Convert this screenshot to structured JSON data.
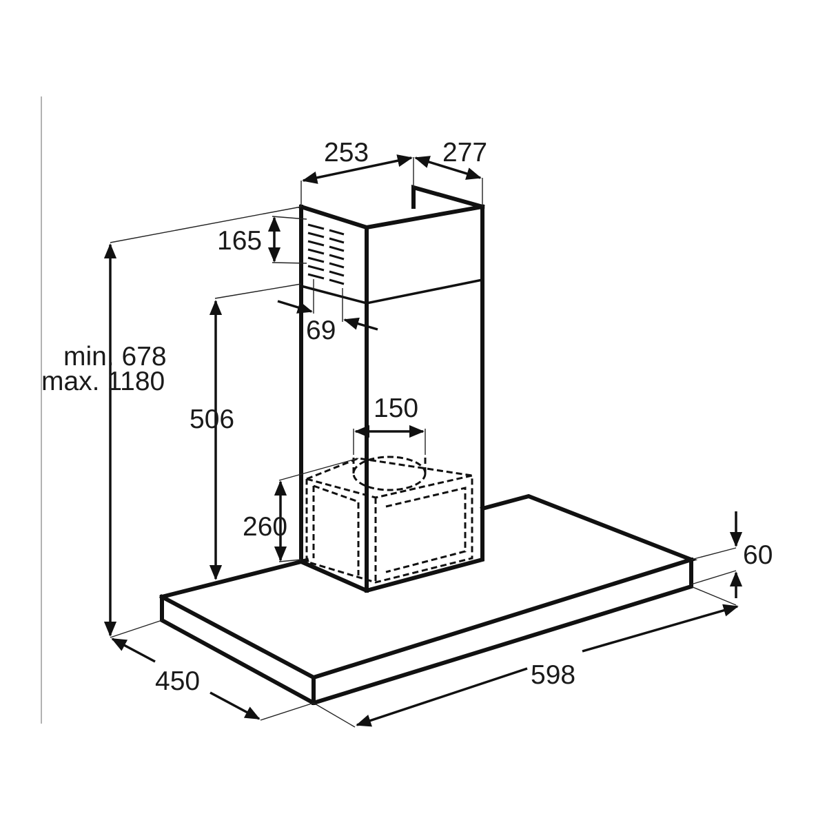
{
  "dimensions": {
    "width_253": "253",
    "depth_277": "277",
    "vent_165": "165",
    "offset_69": "69",
    "chimney_min": "min. 678",
    "chimney_max": "max. 1180",
    "height_506": "506",
    "duct_150": "150",
    "height_260": "260",
    "thickness_60": "60",
    "depth_450": "450",
    "width_598": "598"
  }
}
